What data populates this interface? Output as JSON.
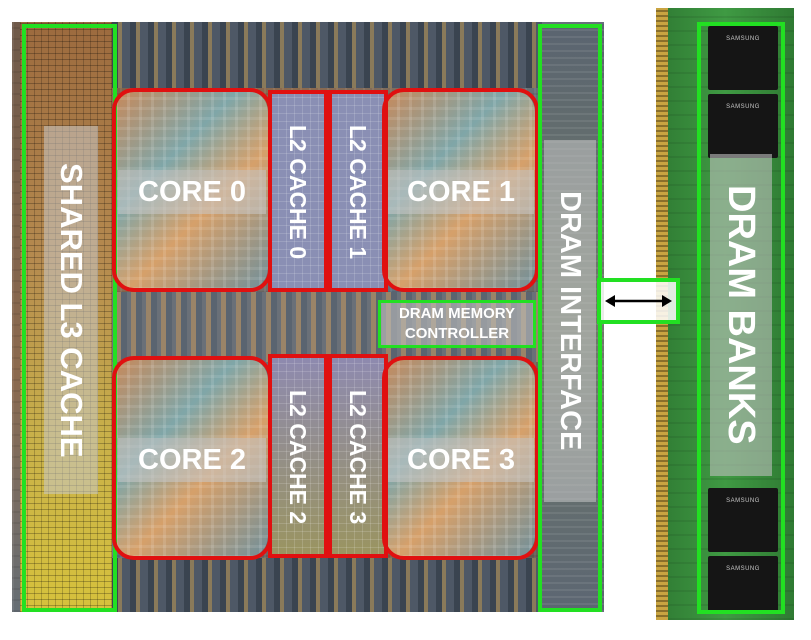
{
  "labels": {
    "shared_l3": "SHARED L3 CACHE",
    "core0": "CORE 0",
    "core1": "CORE 1",
    "core2": "CORE 2",
    "core3": "CORE 3",
    "l2_0": "L2 CACHE 0",
    "l2_1": "L2 CACHE 1",
    "l2_2": "L2 CACHE 2",
    "l2_3": "L2 CACHE 3",
    "dram_interface": "DRAM INTERFACE",
    "dram_controller_line1": "DRAM MEMORY",
    "dram_controller_line2": "CONTROLLER",
    "dram_banks": "DRAM BANKS"
  },
  "colors": {
    "highlight_green": "#22e022",
    "highlight_red": "#e01010",
    "label_text": "#ffffff"
  },
  "icons": [
    "double-arrow-icon"
  ]
}
